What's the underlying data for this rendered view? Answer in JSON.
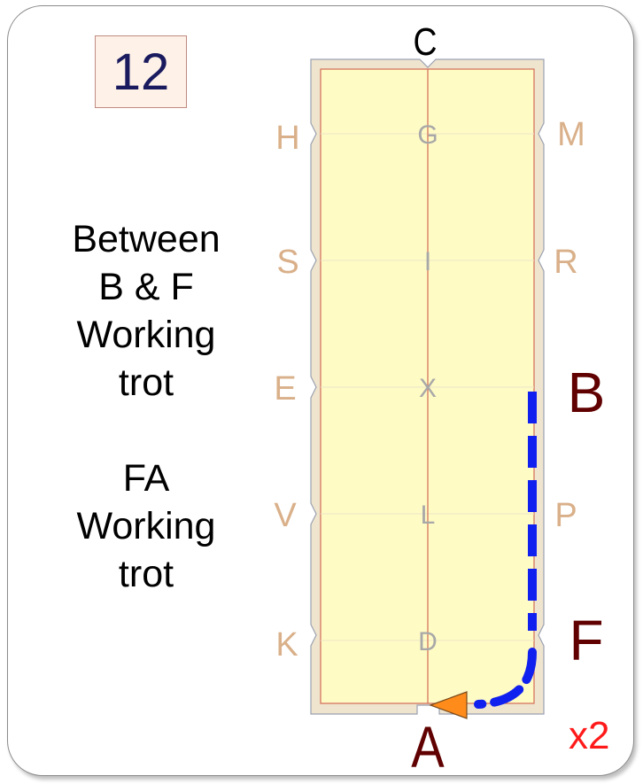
{
  "test_number": "12",
  "instructions": {
    "first": [
      "Between",
      "B & F",
      "Working",
      "trot"
    ],
    "second": [
      "FA",
      "Working",
      "trot"
    ]
  },
  "arena": {
    "letters": {
      "top": "C",
      "bottom": "A",
      "left": [
        "H",
        "S",
        "E",
        "V",
        "K"
      ],
      "right": [
        "M",
        "R",
        "B",
        "P",
        "F"
      ],
      "center": [
        "G",
        "I",
        "X",
        "L",
        "D"
      ]
    },
    "highlighted": [
      "B",
      "F",
      "A"
    ]
  },
  "repeat": "x2",
  "colors": {
    "arena_fill": "#fffbc5",
    "arena_border": "#efe5cf",
    "line": "#d26b56",
    "side_letter": "#d9b089",
    "center_letter": "#a8a8a8",
    "highlight_letter": "#600000",
    "path": "#1020ee",
    "arrow": "#ff8c1a",
    "repeat": "#ff1a1a"
  }
}
